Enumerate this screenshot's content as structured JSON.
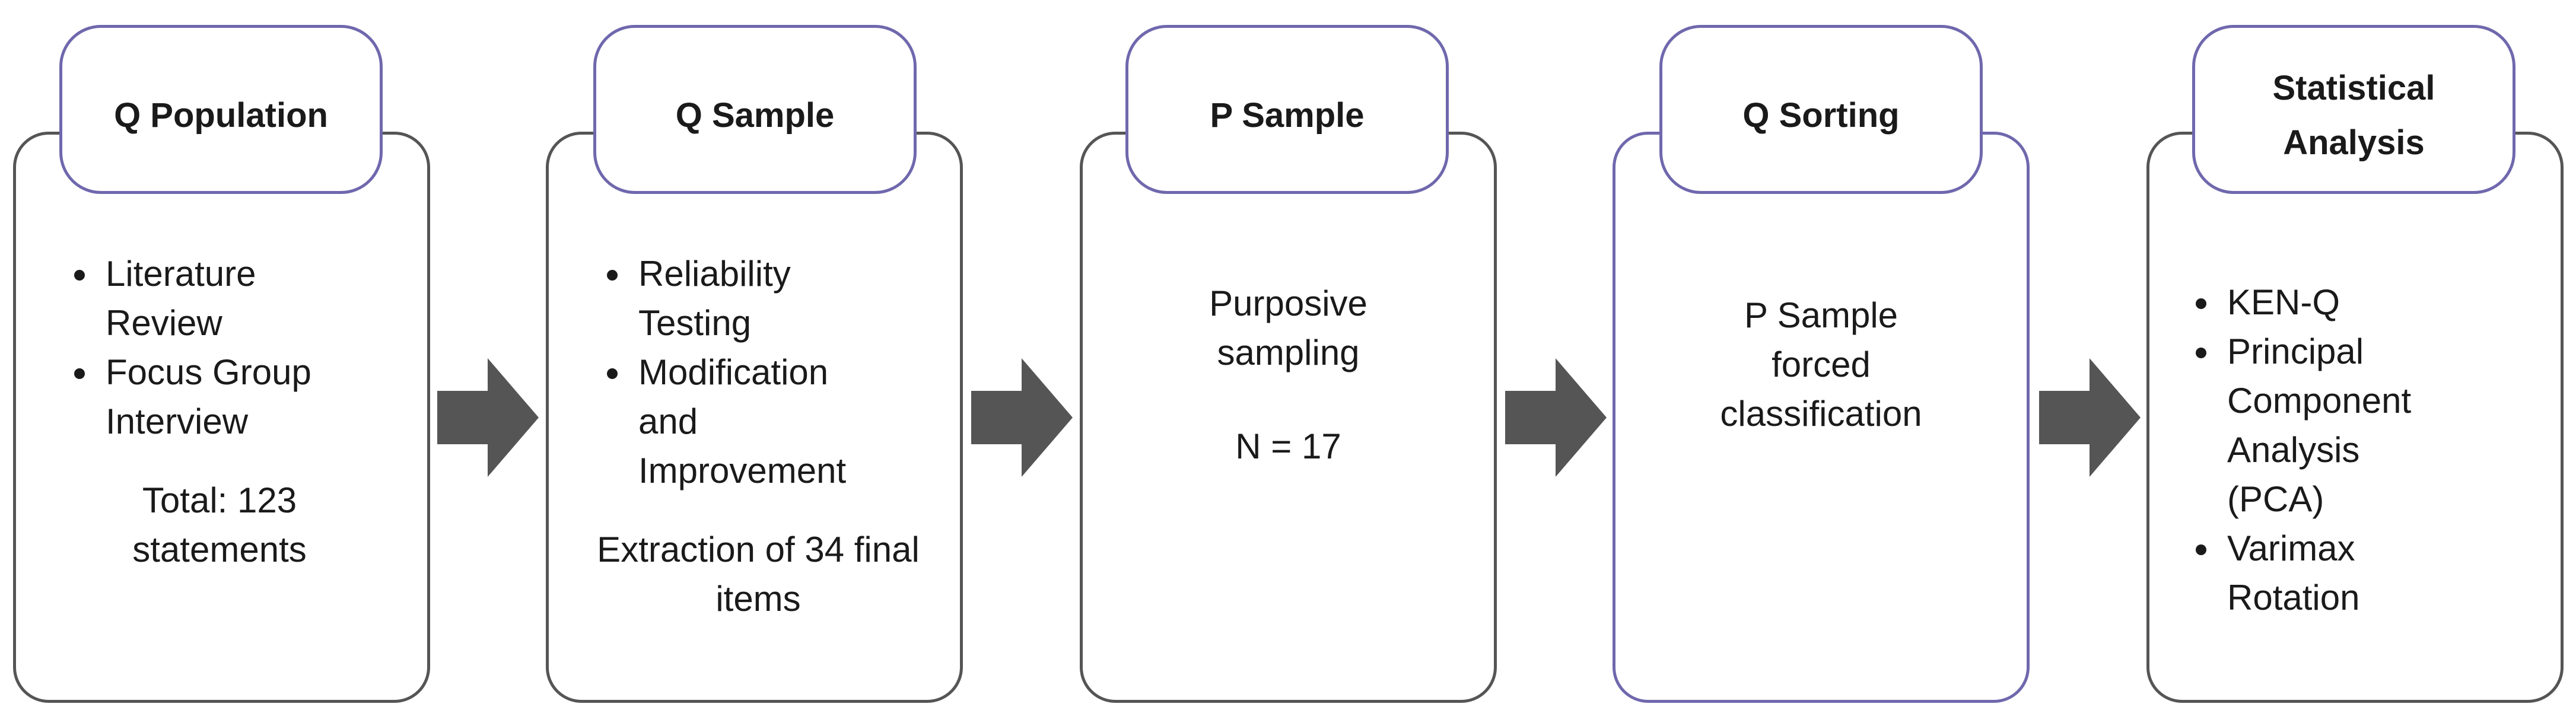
{
  "steps": [
    {
      "title": "Q Population",
      "bullets": [
        "Literature Review",
        "Focus Group Interview"
      ],
      "note": "Total: 123 statements"
    },
    {
      "title": "Q Sample",
      "bullets": [
        "Reliability Testing",
        "Modification and Improvement"
      ],
      "note": "Extraction of 34 final items"
    },
    {
      "title": "P Sample",
      "text": "Purposive sampling",
      "note": "N = 17"
    },
    {
      "title": "Q Sorting",
      "text": "P Sample forced classification"
    },
    {
      "title": "Statistical Analysis",
      "bullets": [
        "KEN-Q",
        "Principal Component Analysis (PCA)",
        "Varimax Rotation"
      ]
    }
  ],
  "colors": {
    "header_border": "#6f68ad",
    "box_border": "#555555",
    "arrow": "#555555"
  },
  "icons": [
    "arrow-right-icon"
  ]
}
